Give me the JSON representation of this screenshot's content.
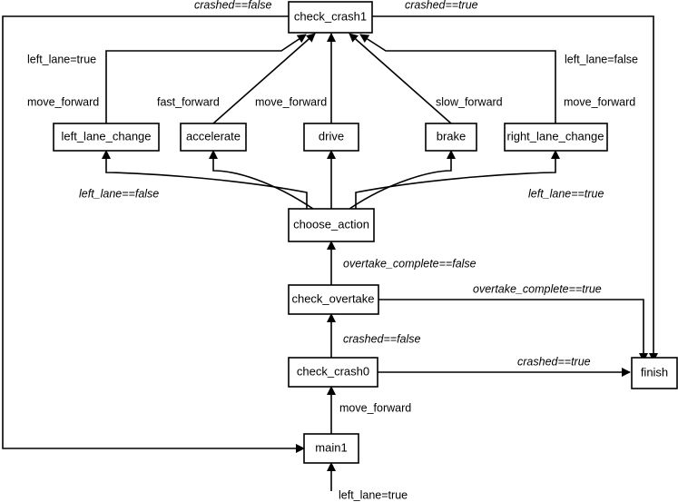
{
  "nodes": {
    "check_crash1": "check_crash1",
    "left_lane_change": "left_lane_change",
    "accelerate": "accelerate",
    "drive": "drive",
    "brake": "brake",
    "right_lane_change": "right_lane_change",
    "choose_action": "choose_action",
    "check_overtake": "check_overtake",
    "check_crash0": "check_crash0",
    "main1": "main1",
    "finish": "finish"
  },
  "edge_labels": {
    "crashed_false_top": "crashed==false",
    "crashed_true_top": "crashed==true",
    "left_lane_true_left": "left_lane=true",
    "left_lane_false_right": "left_lane=false",
    "move_forward_left": "move_forward",
    "fast_forward": "fast_forward",
    "move_forward_drive": "move_forward",
    "slow_forward": "slow_forward",
    "move_forward_right": "move_forward",
    "left_lane_eq_false": "left_lane==false",
    "left_lane_eq_true": "left_lane==true",
    "overtake_false": "overtake_complete==false",
    "overtake_true": "overtake_complete==true",
    "crashed_false_mid": "crashed==false",
    "crashed_true_mid": "crashed==true",
    "move_forward_main": "move_forward",
    "left_lane_true_entry": "left_lane=true"
  },
  "colors": {
    "stroke": "#000000",
    "background": "#ffffff"
  }
}
